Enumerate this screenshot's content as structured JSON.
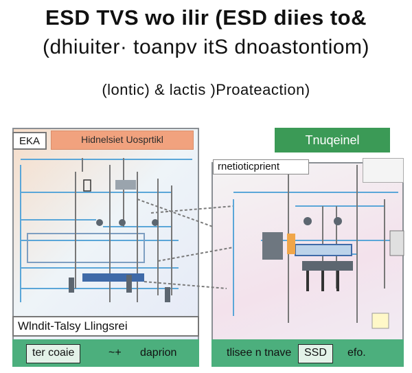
{
  "title": {
    "line1": "ESD TVS wo ilir (ESD diies to&",
    "line2": "(dhiuiter· toanpv itS dnoastontiom)",
    "line3": "(lontic) & lactis )Proateaction)"
  },
  "left_panel": {
    "tag": "EKA",
    "header": "Hidnelsiet Uosprtikl",
    "legend": "Wlndit-Talsy Llingsrei",
    "footer_button": "ter coaie",
    "footer_separator": "~+",
    "footer_text": "daprion"
  },
  "right_panel": {
    "header": "Tnuqeinel",
    "metric_label": "rnetioticprient",
    "footer_text": "tlisee n tnave",
    "footer_button": "SSD",
    "footer_text2": "efo."
  },
  "colors": {
    "accent_orange": "#f1a27e",
    "accent_green": "#3b9a56",
    "footer_green": "#4caf7d",
    "wire_blue": "#5aa6d8"
  }
}
